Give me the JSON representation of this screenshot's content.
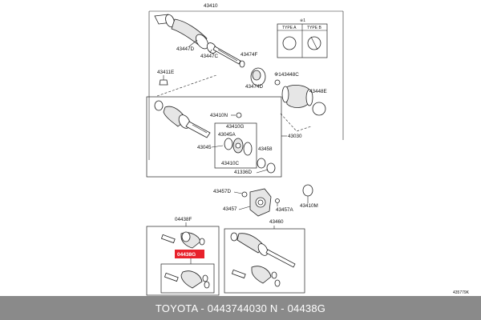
{
  "labels": {
    "p43410": "43410",
    "p43447d": "43447D",
    "p43447c": "43447C",
    "p43474f": "43474F",
    "p43474d": "43474D",
    "star1": "※1",
    "type_a": "TYPE A",
    "type_b": "TYPE B",
    "p43448c": "※143448C",
    "p43448e": "43448E",
    "p43411e": "43411E",
    "p43410n": "43410N",
    "p43410g": "43410G",
    "p43045a": "43045A",
    "p43045": "43045",
    "p43458": "43458",
    "p43410c": "43410C",
    "p43030": "43030",
    "p41336d": "41336D",
    "p43457d": "43457D",
    "p43457": "43457",
    "p43457a": "43457A",
    "p43410m": "43410M",
    "p04438f": "04438F",
    "p43460": "43460",
    "p04438g": "04438G",
    "code": "435779K"
  },
  "footer": {
    "text": "TOYOTA - 0443744030     N - 04438G"
  },
  "colors": {
    "highlight": "#e8212b",
    "footer_bg": "#8a8a8a"
  }
}
